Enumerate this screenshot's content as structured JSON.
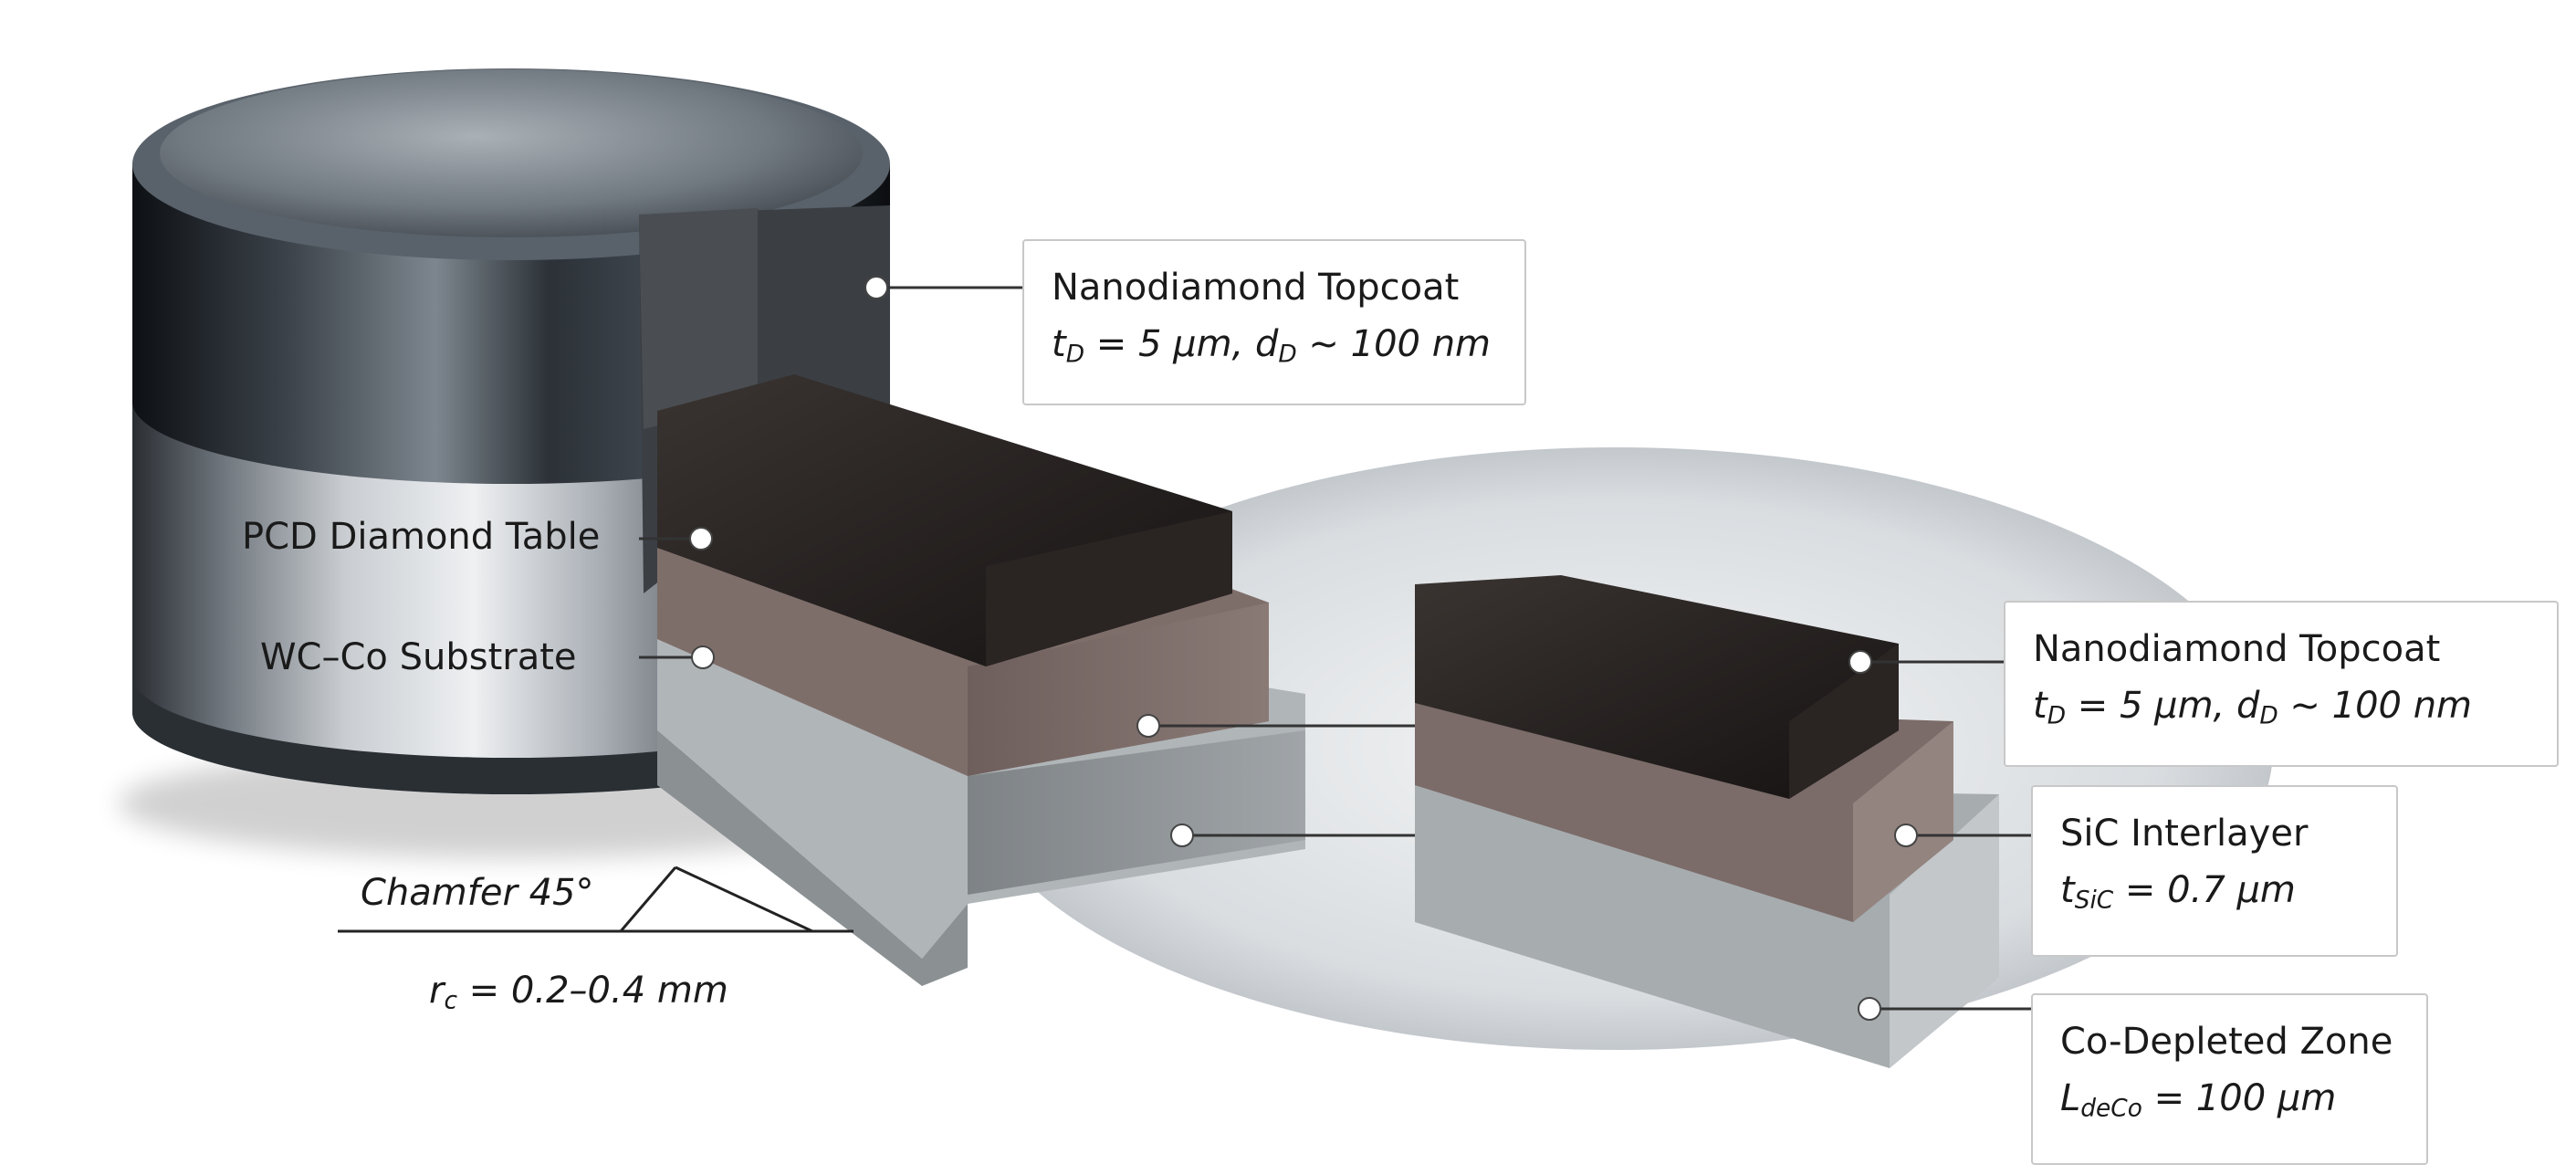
{
  "callouts": [
    {
      "title": "Nanodiamond Topcoat",
      "formula": {
        "a": "t",
        "a_sub": "D",
        "b": " = 5 µm, ",
        "c": "d",
        "c_sub": "D",
        "d": " ~ 100 nm"
      }
    },
    {
      "title": "PCD Diamond Table"
    },
    {
      "title": "WC–Co Substrate"
    },
    {
      "title": "Nanodiamond Topcoat",
      "formula": {
        "a": "t",
        "a_sub": "D",
        "b": " = 5 µm,  ",
        "c": "d",
        "c_sub": "D",
        "d": " ~ 100 nm"
      }
    },
    {
      "title": "SiC Interlayer",
      "formula": {
        "a": "t",
        "a_sub": "SiC",
        "b": " = 0.7 µm"
      }
    },
    {
      "title": "Co-Depleted Zone",
      "formula": {
        "a": "L",
        "a_sub": "deCo",
        "b": " = 100 µm"
      }
    }
  ],
  "chamfer": {
    "label": "Chamfer 45°",
    "r": "r",
    "r_sub": "c",
    "r_value": " = 0.2–0.4 mm"
  }
}
